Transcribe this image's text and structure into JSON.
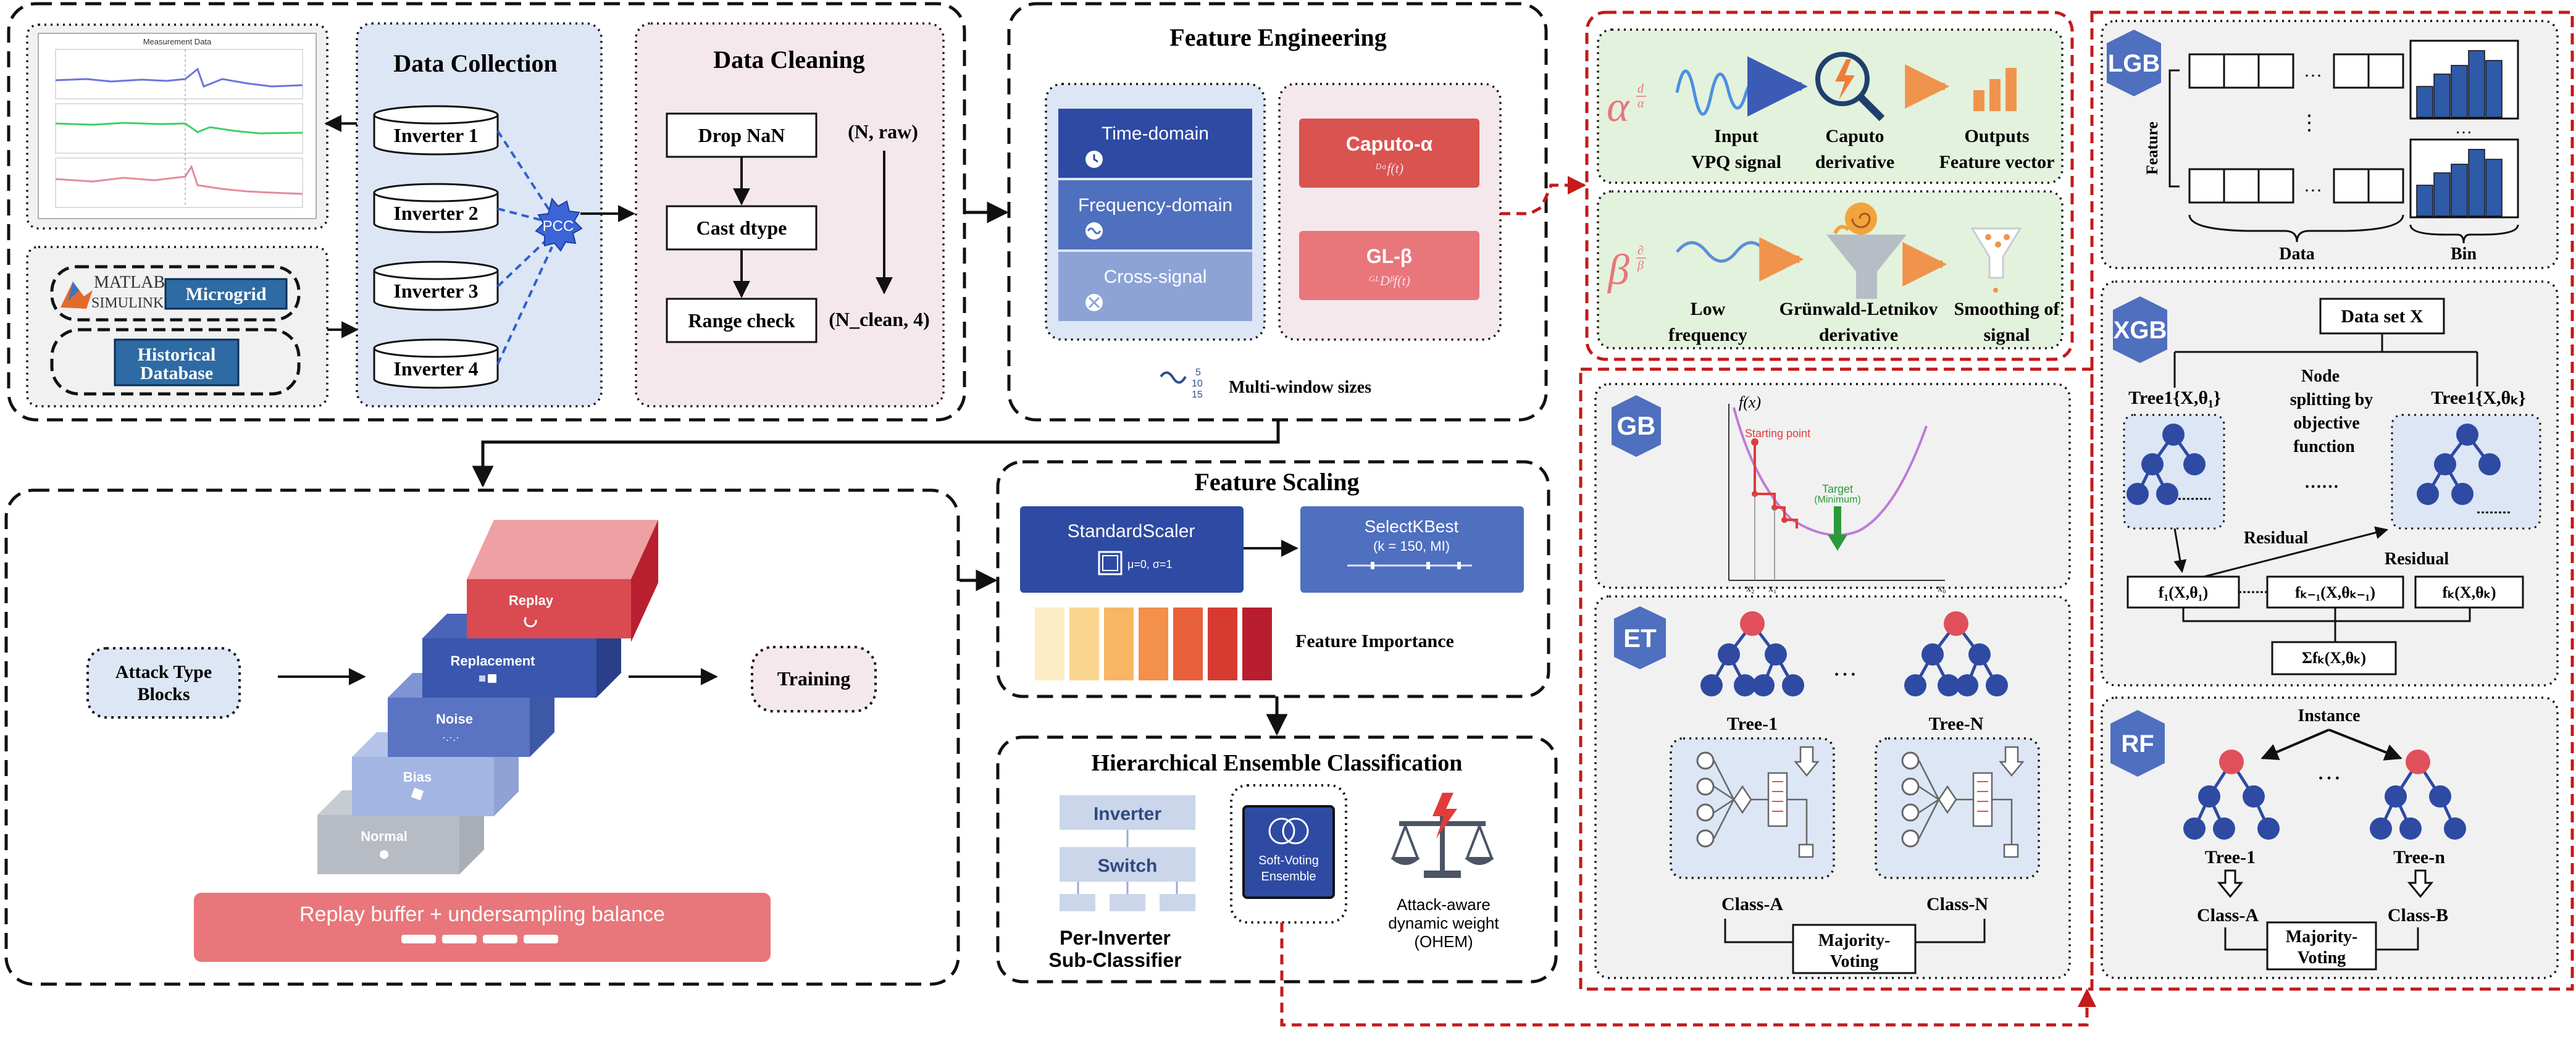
{
  "panels": {
    "data_collection": "Data Collection",
    "data_cleaning": "Data Cleaning",
    "feature_engineering": "Feature Engineering",
    "feature_scaling": "Feature Scaling",
    "hierarchical": "Hierarchical Ensemble Classification"
  },
  "sources": {
    "matlab": "MATLAB",
    "simulink": "SIMULINK",
    "microgrid": "Microgrid",
    "historical_1": "Historical",
    "historical_2": "Database"
  },
  "inverters": [
    "Inverter 1",
    "Inverter 2",
    "Inverter 3",
    "Inverter 4"
  ],
  "pcc": "PCC",
  "cleaning": {
    "steps": [
      "Drop NaN",
      "Cast dtype",
      "Range check"
    ],
    "input": "(N, raw)",
    "output": "(N_clean, 4)"
  },
  "features": {
    "items": [
      "Time-domain",
      "Frequency-domain",
      "Cross-signal"
    ],
    "caputo": "Caputo-α",
    "caputo_formula": "ᴰᵅf(t)",
    "gl": "GL-β",
    "gl_formula": "ᴳᴸDᵝf(t)",
    "multi_window": "Multi-window sizes",
    "window_sizes": [
      "5",
      "10",
      "15"
    ]
  },
  "attack": {
    "type_line1": "Attack Type",
    "type_line2": "Blocks",
    "training": "Training",
    "blocks": [
      "Replay",
      "Replacement",
      "Noise",
      "Bias",
      "Normal"
    ],
    "buffer": "Replay buffer + undersampling balance"
  },
  "scaling": {
    "standard": "StandardScaler",
    "standard_params": "μ=0, σ=1",
    "selectk": "SelectKBest",
    "selectk_params": "(k = 150, MI)",
    "importance": "Feature Importance",
    "importance_colors": [
      "#fdecc4",
      "#fbd590",
      "#f8b664",
      "#f3904b",
      "#e8603c",
      "#d63a31",
      "#b81e2f"
    ]
  },
  "hier": {
    "inverter": "Inverter",
    "switch": "Switch",
    "per_inverter_1": "Per-Inverter",
    "per_inverter_2": "Sub-Classifier",
    "soft_1": "Soft-Voting",
    "soft_2": "Ensemble",
    "attack_aware_1": "Attack-aware",
    "attack_aware_2": "dynamic weight",
    "attack_aware_3": "(OHEM)"
  },
  "fractional": {
    "alpha_row": [
      "Input",
      "VPQ signal",
      "Caputo",
      "derivative",
      "Outputs",
      "Feature vector"
    ],
    "beta_row": [
      "Low",
      "frequency",
      "Grünwald-Letnikov",
      "derivative",
      "Smoothing of",
      "signal"
    ]
  },
  "gb": {
    "badge": "GB",
    "fx": "f(x)",
    "start": "Starting point",
    "target_1": "Target",
    "target_2": "(Minimum)",
    "x_ticks": [
      "x₂",
      "x₁",
      "x₀"
    ]
  },
  "et": {
    "badge": "ET",
    "tree1": "Tree-1",
    "treeN": "Tree-N",
    "ellipsis": "…",
    "class_a": "Class-A",
    "class_n": "Class-N",
    "vote_1": "Majority-",
    "vote_2": "Voting"
  },
  "lgb": {
    "badge": "LGB",
    "feature": "Feature",
    "data": "Data",
    "bin": "Bin",
    "dots": "…",
    "vdots": "⋮"
  },
  "xgb": {
    "badge": "XGB",
    "dataset": "Data set X",
    "tree1": "Tree1{X,θ₁}",
    "treek": "Tree1{X,θₖ}",
    "node_1": "Node",
    "node_2": "splitting by",
    "node_3": "objective",
    "node_4": "function",
    "dots": "……",
    "residual_1": "Residual",
    "residual_2": "Residual",
    "f1": "f₁(X,θ₁)",
    "fk1": "fₖ₋₁(X,θₖ₋₁)",
    "fk": "fₖ(X,θₖ)",
    "sum": "Σfₖ(X,θₖ)"
  },
  "rf": {
    "badge": "RF",
    "instance": "Instance",
    "tree1": "Tree-1",
    "treen": "Tree-n",
    "ellipsis": "…",
    "class_a": "Class-A",
    "class_b": "Class-B",
    "vote_1": "Majority-",
    "vote_2": "Voting"
  },
  "chart_thumb": {
    "title": "Measurement Data"
  },
  "colors": {
    "navy": "#2b4a9a",
    "blue_mid": "#4f6fbf",
    "blue_light": "#8da3d6",
    "red": "#d9534f",
    "pink": "#e8a0a4",
    "panel_blue": "#dde6f5",
    "panel_pink": "#f5e8ec",
    "panel_green": "#e3f2dc",
    "dash_red": "#c41a1a"
  }
}
